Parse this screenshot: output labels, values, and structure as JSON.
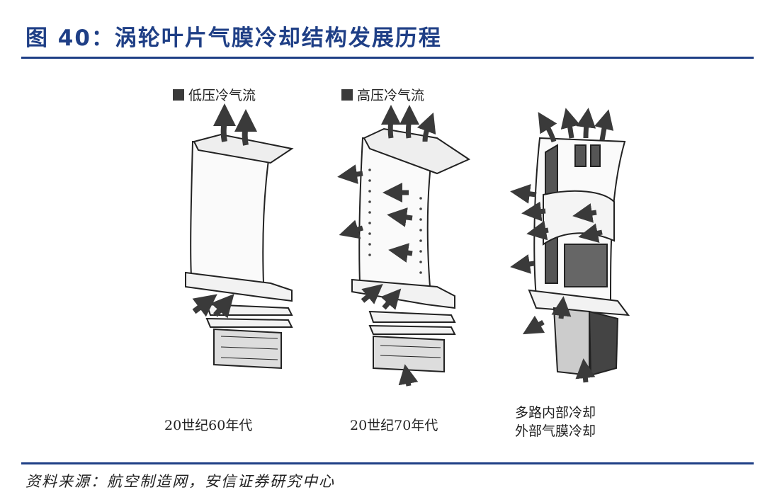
{
  "title": "图 40：涡轮叶片气膜冷却结构发展历程",
  "figure": {
    "legend_low": "低压冷气流",
    "legend_high": "高压冷气流",
    "caption_1": "20世纪60年代",
    "caption_2": "20世纪70年代",
    "caption_3_line1": "多路内部冷却",
    "caption_3_line2": "外部气膜冷却"
  },
  "source": "资料来源：航空制造网，安信证券研究中心",
  "colors": {
    "accent": "#1f3f86",
    "arrow": "#3a3a3a"
  }
}
